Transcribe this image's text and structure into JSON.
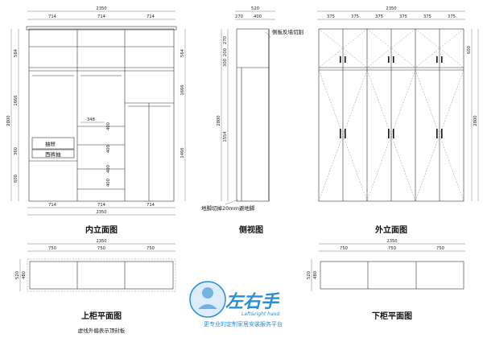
{
  "captions": {
    "inner": "内立面图",
    "side": "侧视图",
    "outer": "外立面图",
    "upper_plan": "上柜平面图",
    "lower_plan": "下柜平面图",
    "upper_plan_note": "虚线外偏表示顶封板"
  },
  "inner_elevation": {
    "total_width": "2350",
    "col_widths": [
      "714",
      "714",
      "714"
    ],
    "total_height": "2800",
    "left_dims": [
      "564",
      "1666",
      "360",
      "600"
    ],
    "right_dims": [
      "564",
      "1666",
      "1466"
    ],
    "drawer_width": "348",
    "mid_dims": [
      "400",
      "400",
      "400",
      "400"
    ],
    "drawer_label": "抽屉",
    "trouser_label": "西裤抽"
  },
  "side_view": {
    "total_depth": "520",
    "parts": [
      "270",
      "400"
    ],
    "vert_dims": [
      "270",
      "200",
      "300",
      "1554",
      "2800"
    ],
    "top_note": "侧板反墙切割",
    "bottom_note": "地脚切掉20mm避地脚"
  },
  "outer_elevation": {
    "total_width": "2350",
    "door_widths": [
      "375",
      "375",
      "375",
      "375",
      "375",
      "375"
    ],
    "right_dims": [
      "600",
      "2800"
    ]
  },
  "upper_plan": {
    "total": "2350",
    "parts": [
      "750",
      "750",
      "750"
    ],
    "depth_dims": [
      "520",
      "480"
    ]
  },
  "lower_plan": {
    "total": "2350",
    "parts": [
      "750",
      "750",
      "750"
    ],
    "depth_dims": [
      "520",
      "480"
    ]
  },
  "brand": {
    "logo_text": "左右手",
    "logo_sub": "Left&right hand",
    "slogan": "更专业的定制家居安装服务平台",
    "accent": "#2a8fd6"
  }
}
